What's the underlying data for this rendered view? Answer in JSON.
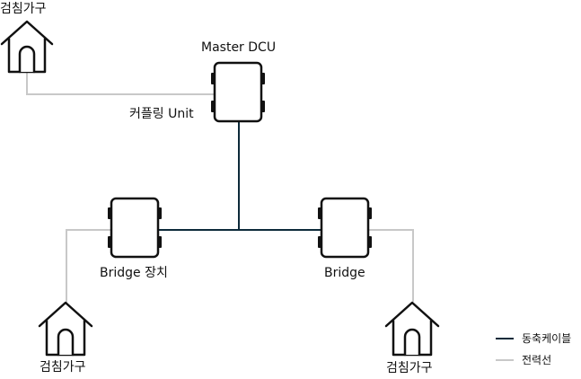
{
  "colors": {
    "coax_cable": "#0d2a3a",
    "power_line": "#c8c8c8",
    "outline": "#111111"
  },
  "labels": {
    "master_dcu": "Master DCU",
    "coupling_unit": "커플링 Unit",
    "bridge_device": "Bridge 장치",
    "bridge": "Bridge",
    "household_top": "검침가구",
    "household_bottom_left": "검침가구",
    "household_bottom_right": "검침가구"
  },
  "legend": {
    "items": [
      {
        "label": "동축케이블",
        "color": "#0d2a3a"
      },
      {
        "label": "전력선",
        "color": "#c8c8c8"
      }
    ]
  },
  "icons": {
    "device": "device-box-icon",
    "house": "house-icon"
  }
}
